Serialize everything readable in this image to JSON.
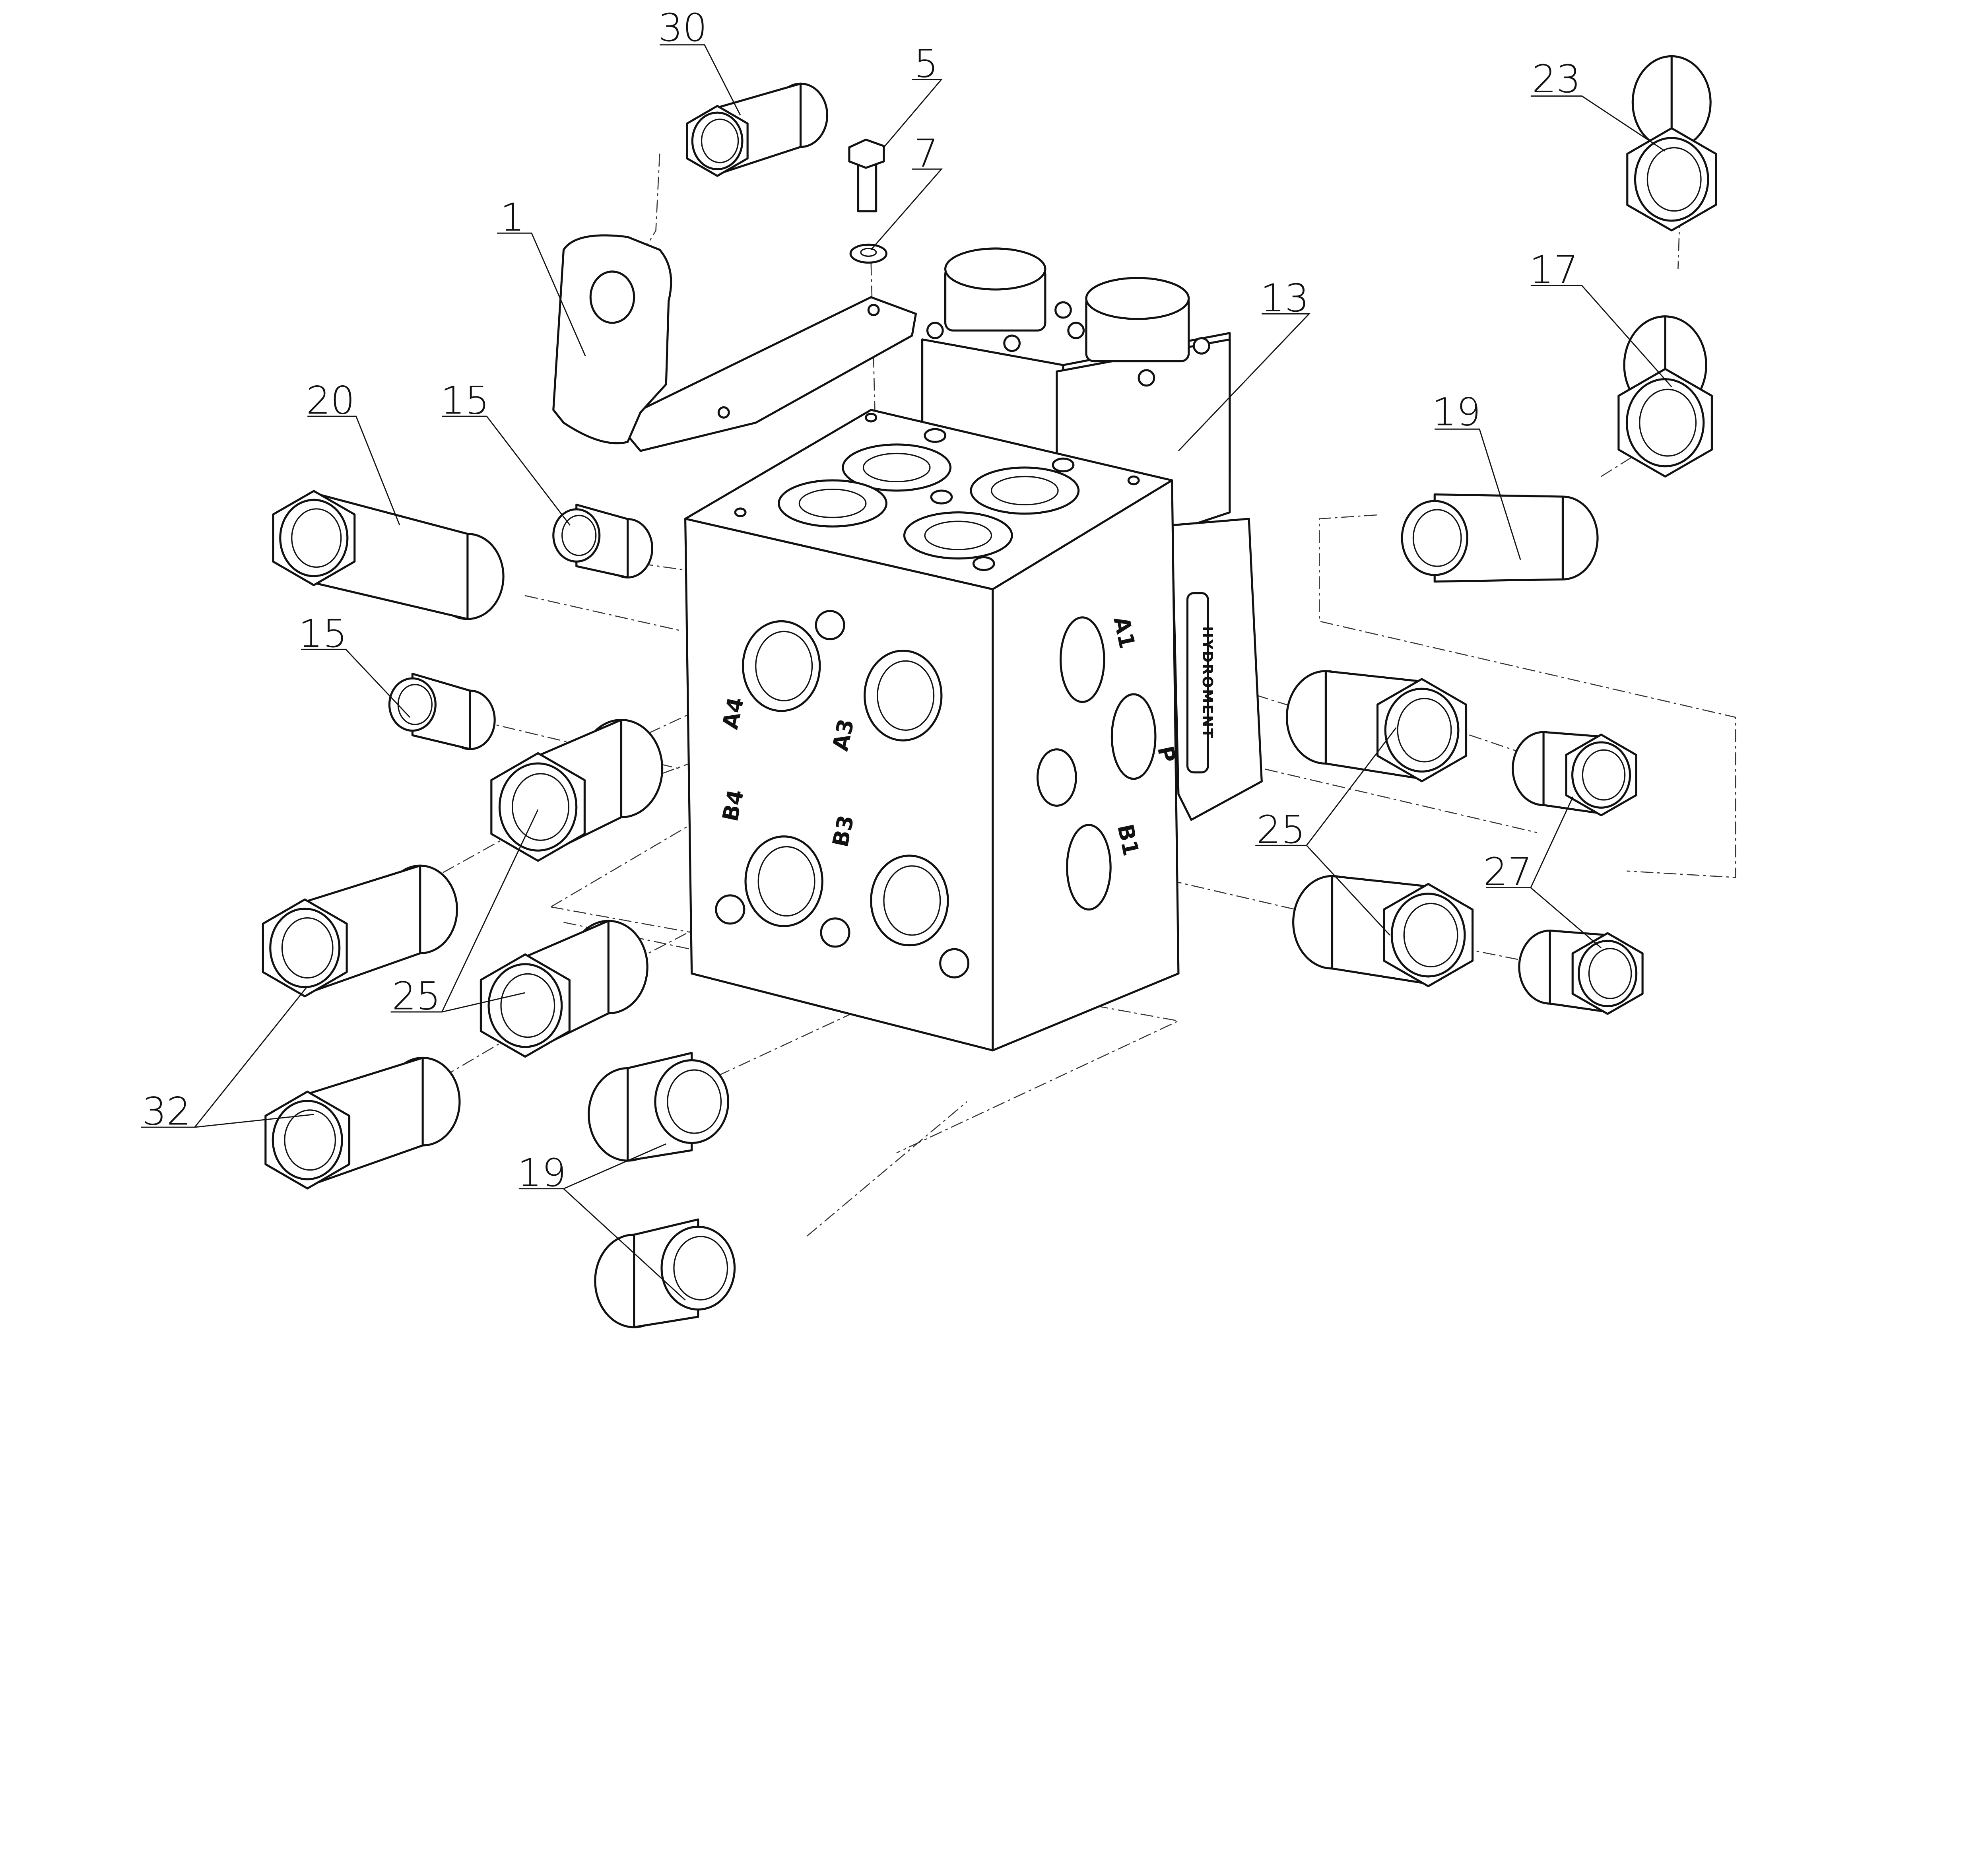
{
  "diagram": {
    "type": "exploded assembly drawing",
    "brand_plate": "HYDROMENT",
    "port_labels": [
      "A1",
      "P",
      "B1",
      "A4",
      "A3",
      "B4",
      "B3"
    ],
    "callouts": [
      "30",
      "5",
      "7",
      "1",
      "13",
      "23",
      "17",
      "19",
      "20",
      "15",
      "15",
      "25",
      "32",
      "19",
      "25",
      "27"
    ],
    "colors": {
      "line": "#111111",
      "background": "#ffffff"
    }
  }
}
